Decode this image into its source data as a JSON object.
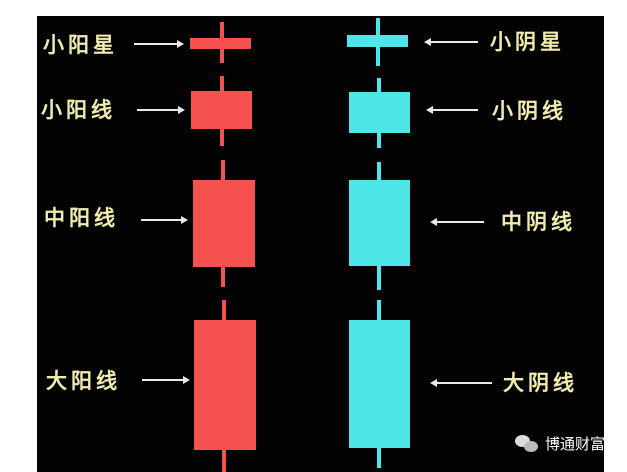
{
  "colors": {
    "bullish": "#f4514f",
    "bearish": "#4ee6e8",
    "label": "#f1ecae",
    "background": "#030303"
  },
  "bullish": [
    {
      "label": "小阳星"
    },
    {
      "label": "小阳线"
    },
    {
      "label": "中阳线"
    },
    {
      "label": "大阳线"
    }
  ],
  "bearish": [
    {
      "label": "小阴星"
    },
    {
      "label": "小阴线"
    },
    {
      "label": "中阴线"
    },
    {
      "label": "大阴线"
    }
  ],
  "watermark": {
    "icon": "wechat-icon",
    "text": "博通财富"
  }
}
